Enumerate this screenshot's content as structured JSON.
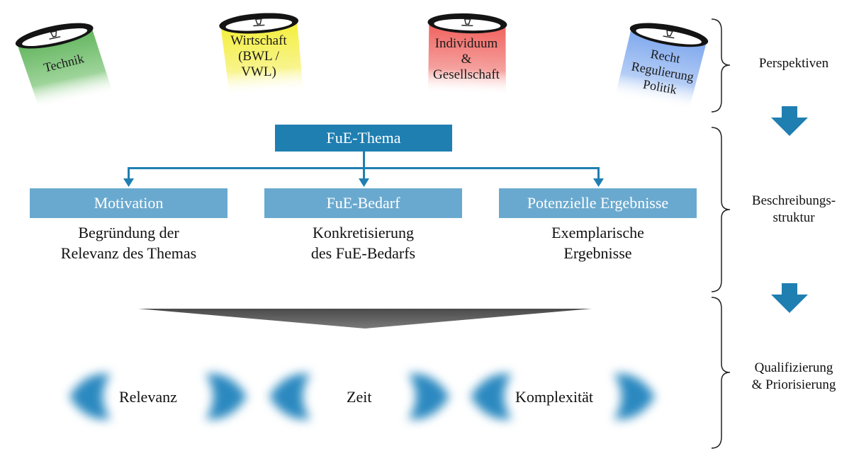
{
  "perspectives": {
    "items": [
      {
        "label": "Technik",
        "color": "#62b55e"
      },
      {
        "label": "Wirtschaft\n(BWL /\nVWL)",
        "color": "#f4ef3a"
      },
      {
        "label": "Individuum\n&\nGesellschaft",
        "color": "#f0605c"
      },
      {
        "label": "Recht\nRegulierung\nPolitik",
        "color": "#7ea7ee"
      }
    ]
  },
  "side": {
    "perspektiven": "Perspektiven",
    "beschreibung": "Beschreibungs-\nstruktur",
    "qualifizierung": "Qualifizierung\n& Priorisierung"
  },
  "structure": {
    "topic": "FuE-Thema",
    "categories": [
      {
        "title": "Motivation",
        "desc": "Begründung der\nRelevanz des Themas"
      },
      {
        "title": "FuE-Bedarf",
        "desc": "Konkretisierung\ndes FuE-Bedarfs"
      },
      {
        "title": "Potenzielle Ergebnisse",
        "desc": "Exemplarische\nErgebnisse"
      }
    ]
  },
  "criteria": [
    "Relevanz",
    "Zeit",
    "Komplexität"
  ],
  "colors": {
    "accent_dark": "#1f7fb1",
    "accent_light": "#6aa9cf",
    "funnel": "#5b5b5b"
  }
}
